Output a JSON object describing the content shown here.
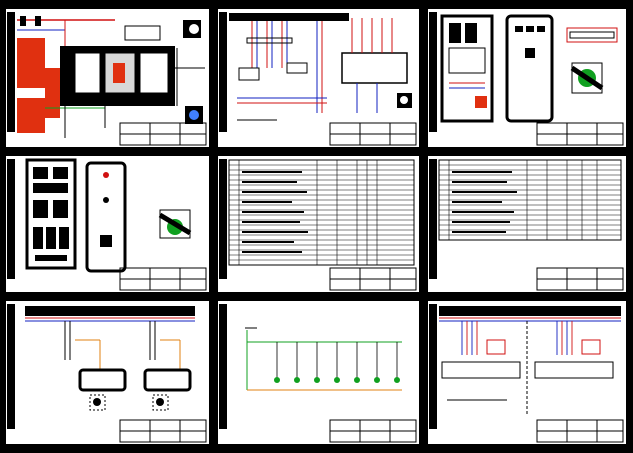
{
  "drawing_set": {
    "sheets": [
      {
        "id": "sheet-1",
        "kind": "panel-layout-dense"
      },
      {
        "id": "sheet-2",
        "kind": "wiring-schematic"
      },
      {
        "id": "sheet-3",
        "kind": "enclosure-views"
      },
      {
        "id": "sheet-4",
        "kind": "enclosure-views"
      },
      {
        "id": "sheet-5",
        "kind": "bill-of-materials"
      },
      {
        "id": "sheet-6",
        "kind": "bill-of-materials"
      },
      {
        "id": "sheet-7",
        "kind": "wiring-schematic"
      },
      {
        "id": "sheet-8",
        "kind": "terminal-diagram"
      },
      {
        "id": "sheet-9",
        "kind": "wiring-schematic"
      }
    ]
  },
  "colors": {
    "background": "#000000",
    "paper": "#ffffff",
    "line": "#000000",
    "wire_red": "#d01010",
    "wire_blue": "#1020c0",
    "wire_green": "#10a020",
    "wire_orange": "#e08010",
    "wire_yellow": "#d0c000",
    "fill_red": "#e03010"
  }
}
